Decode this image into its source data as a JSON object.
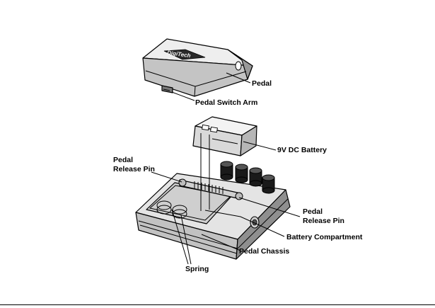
{
  "labels": {
    "pedal": "Pedal",
    "pedal_switch_arm": "Pedal Switch Arm",
    "battery": "9V DC Battery",
    "release_pin_left_line1": "Pedal",
    "release_pin_left_line2": "Release Pin",
    "release_pin_right_line1": "Pedal",
    "release_pin_right_line2": "Release Pin",
    "battery_compartment": "Battery Compartment",
    "pedal_chassis": "Pedal Chassis",
    "spring": "Spring"
  },
  "logo": "DigiTech",
  "colors": {
    "outline": "#000000",
    "body_top": "#e6e6e6",
    "body_front": "#bdbdbd",
    "body_side": "#8e8e8e",
    "knob": "#1a1a1a",
    "background": "#ffffff"
  }
}
